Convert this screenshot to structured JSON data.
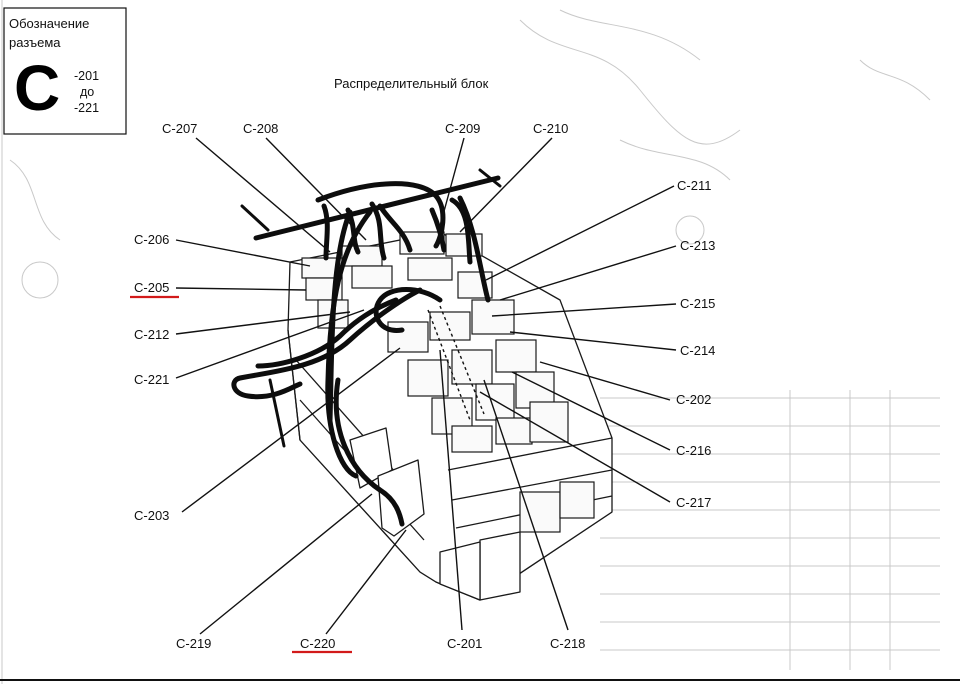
{
  "header_box": {
    "title_line1": "Обозначение",
    "title_line2": "разъема",
    "letter": "C",
    "range_from": "-201",
    "range_mid": "до",
    "range_to": "-221"
  },
  "diagram_title": "Распределительный блок",
  "callouts": {
    "c207": "C-207",
    "c208": "C-208",
    "c209": "C-209",
    "c210": "C-210",
    "c211": "C-211",
    "c213": "C-213",
    "c215": "C-215",
    "c214": "C-214",
    "c202": "C-202",
    "c216": "C-216",
    "c217": "C-217",
    "c218": "C-218",
    "c201": "C-201",
    "c220": "C-220",
    "c219": "C-219",
    "c203": "C-203",
    "c221": "C-221",
    "c212": "C-212",
    "c205": "C-205",
    "c206": "C-206"
  },
  "highlighted": [
    "C-205",
    "C-220"
  ],
  "colors": {
    "highlight": "#d21a1a",
    "ink": "#111111",
    "ghost": "#c9c9c9"
  }
}
